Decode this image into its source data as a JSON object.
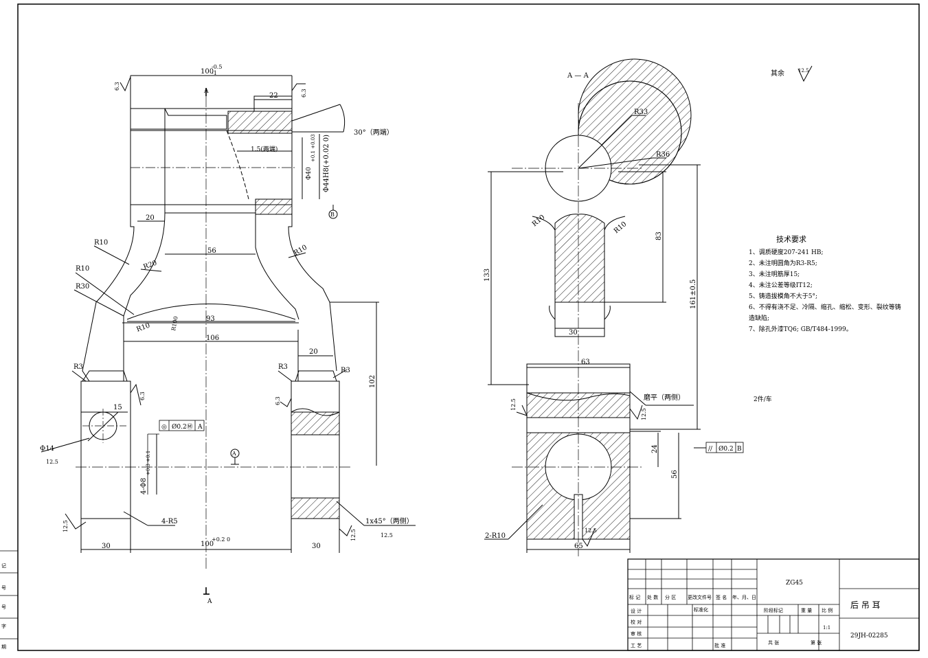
{
  "header": {
    "section_label": "A — A",
    "roughness_label": "其余",
    "roughness_value": "12.5"
  },
  "tech_requirements": {
    "title": "技术要求",
    "items": [
      "1、调质硬度207-241 HB;",
      "2、未注明圆角为R3-R5;",
      "3、未注明筋厚15;",
      "4、未注公差等级IT12;",
      "5、铸造拔模角不大于5°;",
      "6、不得有浇不足、冷隔、缩孔、缩松、变形、裂纹等铸",
      "造缺陷;",
      "7、除孔外漆TQ6; GB/T484-1999。"
    ],
    "quantity_note": "2件/车"
  },
  "left_view": {
    "dims": {
      "top_width": "100",
      "top_width_tol": "-0.5",
      "top_width_tol2": "-1",
      "top_slot": "22",
      "chamfer_angle": "30°（两端）",
      "chamfer_width": "1.5(两端)",
      "bore_small": "Φ40",
      "bore_small_tol": "+0.1 +0.03",
      "bore_large": "Φ44H8(+0.02 0)",
      "web_20_top": "20",
      "inner_56": "56",
      "inner_93": "93",
      "inner_106": "106",
      "web_20_right": "20",
      "height_102": "102",
      "hole_15": "15",
      "hole_d14": "Φ14",
      "hole_4d": "4-Φ8",
      "hole_4d_tol": "+0.3 +0.1",
      "corner_r5": "4-R5",
      "chamfer_1x45": "1x45°（两侧）",
      "bottom_30_left": "30",
      "bottom_100": "100",
      "bottom_100_tol": "+0.2 0",
      "bottom_30_right": "30"
    },
    "radii": [
      "R10",
      "R10",
      "R30",
      "R20",
      "R10",
      "R10",
      "R100",
      "R3",
      "R3",
      "R3"
    ],
    "roughness": [
      "6.3",
      "6.3",
      "6.3",
      "6.3",
      "12.5",
      "12.5",
      "12.5",
      "12.5"
    ],
    "tolerance_frame": {
      "symbol": "◎",
      "value": "Ø0.2Ⓜ",
      "datum": "A"
    },
    "datum_a": "A",
    "datum_b": "B",
    "section_mark": "A"
  },
  "right_view": {
    "dims": {
      "r33": "R33",
      "r36": "R36",
      "r10_left": "R10",
      "r10_right": "R10",
      "h83": "83",
      "h133": "133",
      "h161": "161±0.5",
      "w30": "30",
      "w63": "63",
      "grind": "磨平（两侧）",
      "h24": "24",
      "h56": "56",
      "r2_10": "2-R10",
      "w65": "65"
    },
    "roughness": [
      "12.5",
      "12.5",
      "12.5"
    ],
    "tolerance_frame": {
      "symbol": "//",
      "value": "Ø0.2",
      "datum": "B"
    }
  },
  "title_block": {
    "material": "ZG45",
    "part_name": "后 吊 耳",
    "drawing_no": "29JH-02285",
    "scale": "1:1",
    "labels": {
      "mark": "标 记",
      "count": "处 数",
      "zone": "分 区",
      "doc_no": "更改文件号",
      "sign": "签 名",
      "date": "年、月、日",
      "design": "设 计",
      "standard": "标准化",
      "check": "校 对",
      "review": "审 核",
      "process": "工 艺",
      "approve": "批 准",
      "stage": "阶段标记",
      "weight": "重 量",
      "ratio": "比 例",
      "total": "共   张",
      "sheet": "第   张"
    }
  },
  "left_margin": [
    "记",
    "号",
    "号",
    "字",
    "期"
  ]
}
